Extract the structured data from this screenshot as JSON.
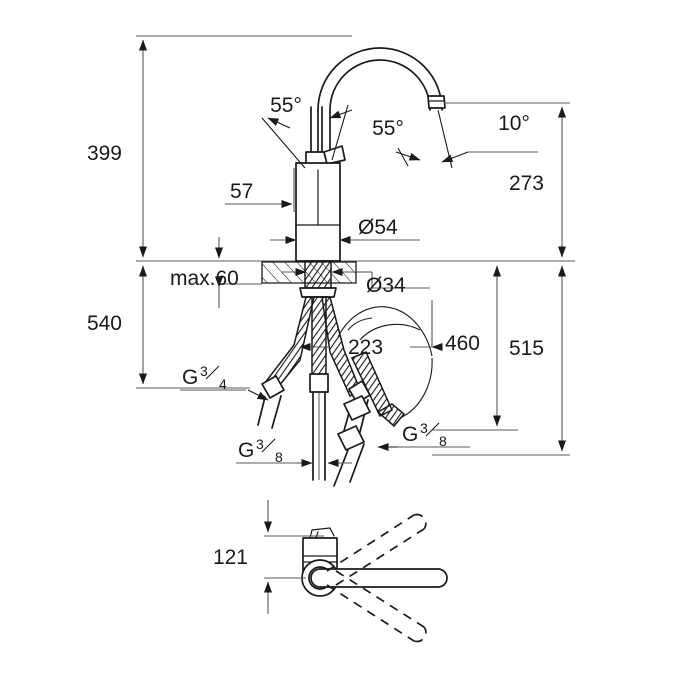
{
  "drawing": {
    "title": "Kitchen mixer tap technical dimension drawing",
    "units": "mm",
    "background_color": "#ffffff",
    "line_color": "#1a1a1a",
    "dimension_color": "#55585c"
  },
  "dimensions": {
    "overall_height_above_counter": "399",
    "height_below_counter": "540",
    "counter_thickness_max": "max.60",
    "spout_offset": "57",
    "body_diameter": "Ø54",
    "shank_diameter": "Ø34",
    "spout_height": "273",
    "hose_reach": "223",
    "hose_length_460": "460",
    "hose_length_515": "515",
    "handle_height": "121"
  },
  "angles": {
    "lever_left": "55°",
    "lever_right": "55°",
    "aerator": "10°"
  },
  "threads": {
    "supply_inlet": "G 3/4",
    "supply_inlet_letter": "G",
    "supply_inlet_num": "3",
    "supply_inlet_den": "4",
    "hose_left_letter": "G",
    "hose_left_num": "3",
    "hose_left_den": "8",
    "hose_right_letter": "G",
    "hose_right_num": "3",
    "hose_right_den": "8"
  },
  "views": {
    "front_elevation": "front-elevation-view",
    "top_plan": "top-plan-handle-view"
  }
}
